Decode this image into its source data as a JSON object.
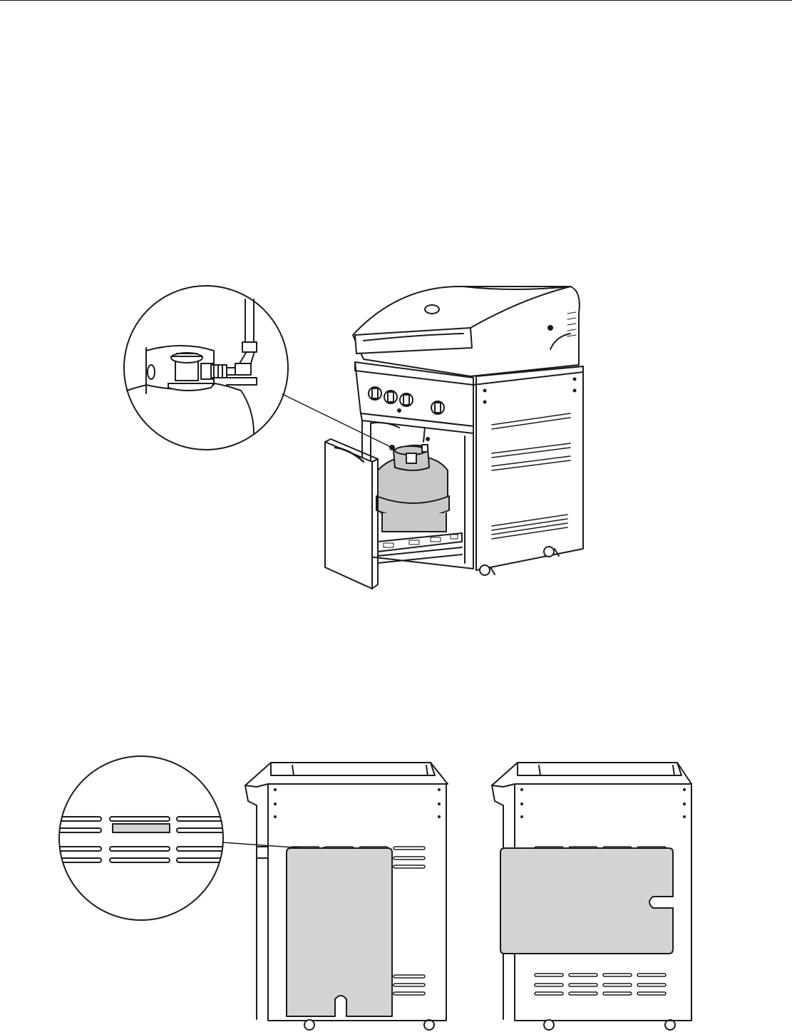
{
  "page": {
    "header_rule": "visible",
    "figures": [
      {
        "id": "figure-1",
        "subject": "grill-cart-with-propane-tank",
        "detail_callout": "tank-valve-connection"
      },
      {
        "id": "figure-2",
        "subject": "cart-side-heat-shield-vertical",
        "detail_callout": "shield-tab-in-louver-slot"
      },
      {
        "id": "figure-3",
        "subject": "cart-side-heat-shield-horizontal"
      }
    ],
    "colors": {
      "line": "#1a1a1a",
      "tank_fill": "#c8c8c8",
      "shield_fill": "#d4d4d4",
      "background": "#ffffff"
    }
  }
}
